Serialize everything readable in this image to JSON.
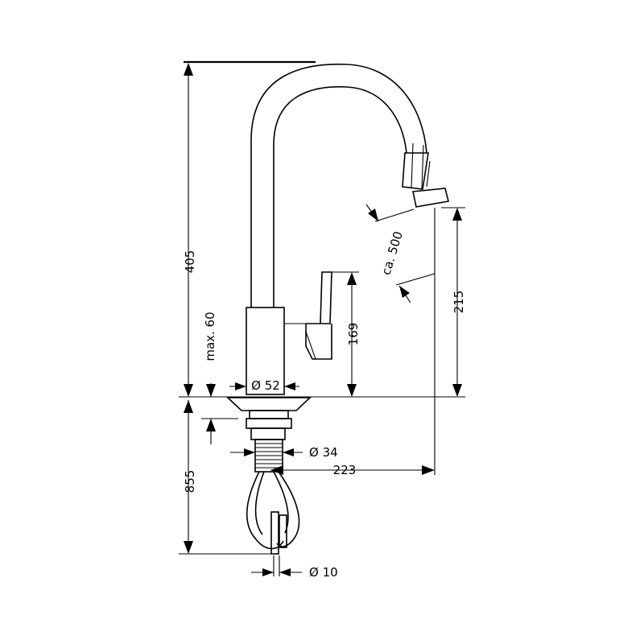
{
  "dimensions": {
    "height_total": "405",
    "below_counter": "855",
    "max_deck": "max. 60",
    "lever_height": "169",
    "spout_height": "215",
    "hose_pullout": "ca. 500",
    "base_diameter": "Ø 52",
    "shank_diameter": "Ø 34",
    "reach": "223",
    "hose_diameter": "Ø 10"
  }
}
